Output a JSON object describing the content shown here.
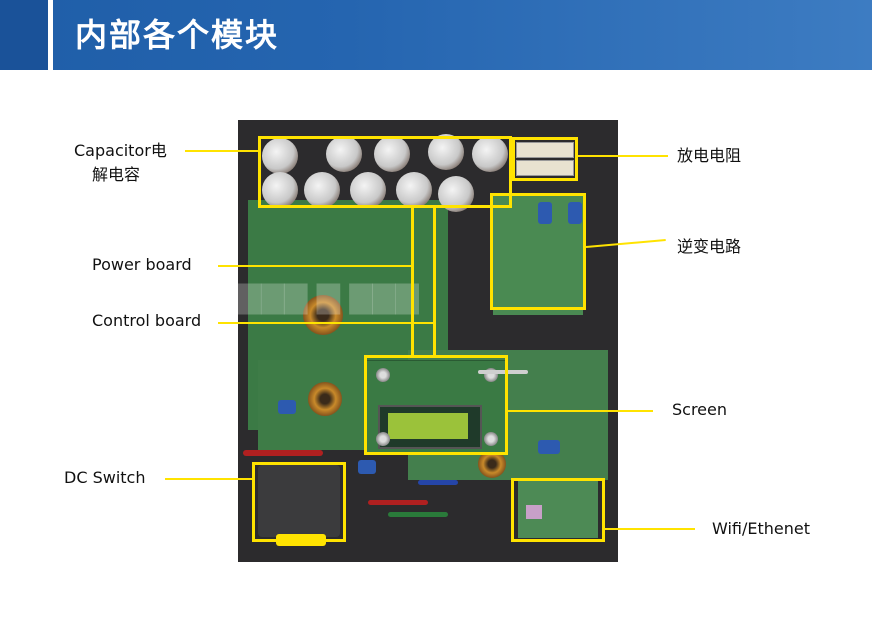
{
  "slide": {
    "title": "内部各个模块"
  },
  "labels": {
    "capacitor_line1": "Capacitor电",
    "capacitor_line2": "解电容",
    "power_board": "Power board",
    "control_board": "Control board",
    "dc_switch": "DC Switch",
    "discharge_resistor": "放电电阻",
    "inverter_circuit": "逆变电路",
    "screen": "Screen",
    "wifi_ethernet": "Wifi/Ethenet"
  },
  "colors": {
    "header_blue": "#2565b0",
    "highlight_yellow": "#ffe300",
    "pcb_green": "#3f7f48"
  }
}
